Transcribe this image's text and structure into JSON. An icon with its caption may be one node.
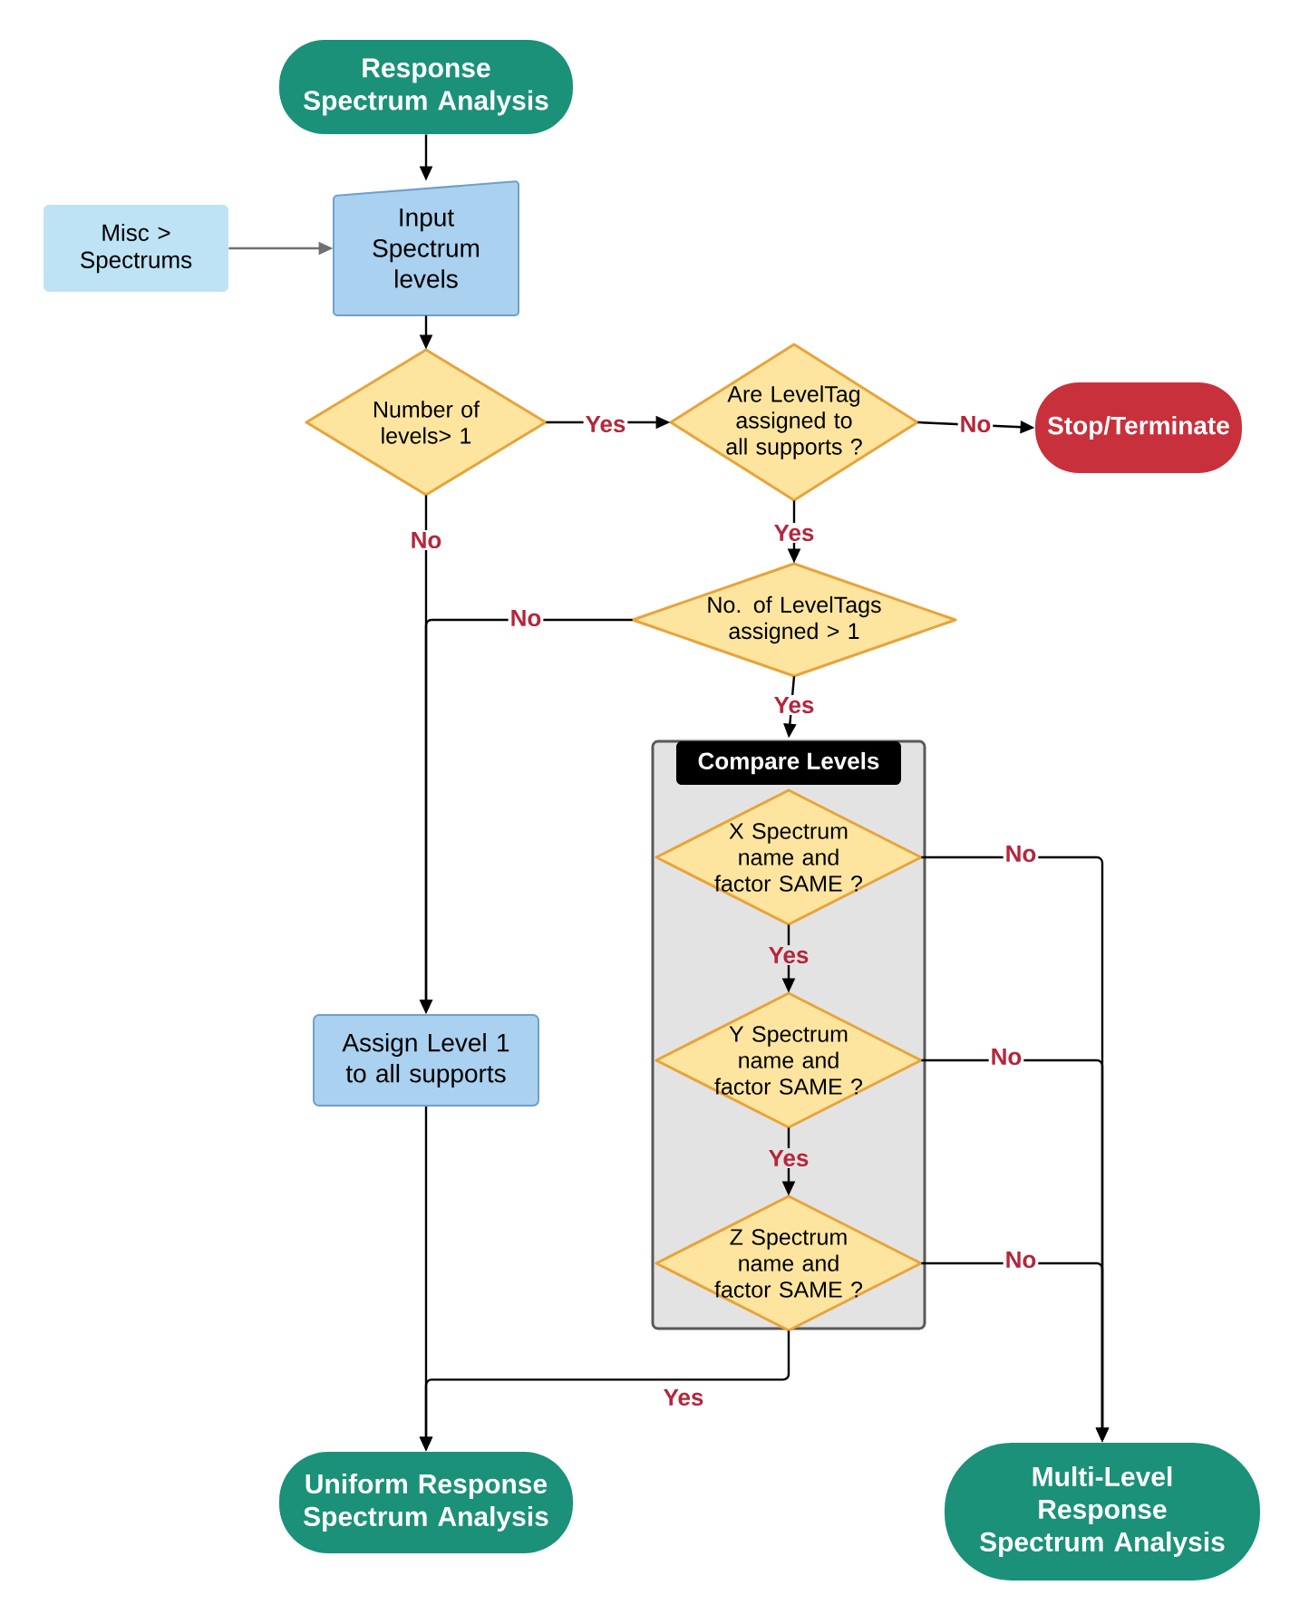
{
  "diagram": {
    "nodes": [
      {
        "text": [
          "Response Spectrum Analysis"
        ]
      },
      {
        "text": [
          "Misc > Spectrums"
        ]
      },
      {
        "text": [
          "Input Spectrum levels"
        ]
      },
      {
        "text": [
          "Number of levels> 1"
        ]
      },
      {
        "text": [
          "Are LevelTag assigned to all supports ?"
        ]
      },
      {
        "text": [
          "Stop/Terminate"
        ]
      },
      {
        "text": [
          "No. of LevelTags assigned > 1"
        ]
      },
      {
        "text": [
          "Compare Levels"
        ]
      },
      {
        "text": [
          "X Spectrum name and factor SAME ?"
        ],
        "in": 7
      },
      {
        "text": [
          "Y Spectrum name and factor SAME ?"
        ],
        "in": 7
      },
      {
        "text": [
          "Z Spectrum name and factor SAME ?"
        ],
        "in": 7
      },
      {
        "text": [
          "Assign Level 1 to all supports"
        ]
      },
      {
        "text": [
          "Uniform Response Spectrum Analysis"
        ]
      },
      {
        "text": [
          "Multi-Level Response Spectrum Analysis"
        ]
      }
    ],
    "edges": [
      {
        "from": 0,
        "to": 2,
        "arrow": "to"
      },
      {
        "from": 1,
        "to": 2,
        "arrow": "to",
        "color": "#707070"
      },
      {
        "from": 2,
        "to": 3,
        "arrow": "to"
      },
      {
        "from": 3,
        "to": 4,
        "arrow": "to",
        "label": "Yes"
      },
      {
        "from": 4,
        "to": 5,
        "arrow": "to",
        "label": "No"
      },
      {
        "from": 4,
        "to": 6,
        "arrow": "to",
        "label": "Yes"
      },
      {
        "from": 3,
        "to": 11,
        "arrow": "to",
        "label": "No"
      },
      {
        "from": 6,
        "to": 11,
        "arrow": "to",
        "label": "No"
      },
      {
        "from": 6,
        "to": 7,
        "arrow": "to",
        "label": "Yes"
      },
      {
        "from": 8,
        "to": 9,
        "arrow": "to",
        "label": "Yes"
      },
      {
        "from": 9,
        "to": 10,
        "arrow": "to",
        "label": "Yes"
      },
      {
        "from": 8,
        "to": 13,
        "arrow": "to",
        "label": "No"
      },
      {
        "from": 9,
        "to": 13,
        "arrow": "to",
        "label": "No"
      },
      {
        "from": 10,
        "to": 13,
        "arrow": "to",
        "label": "No"
      },
      {
        "from": 10,
        "to": 12,
        "arrow": "to",
        "label": "Yes"
      },
      {
        "from": 11,
        "to": 12,
        "arrow": "to"
      }
    ]
  }
}
